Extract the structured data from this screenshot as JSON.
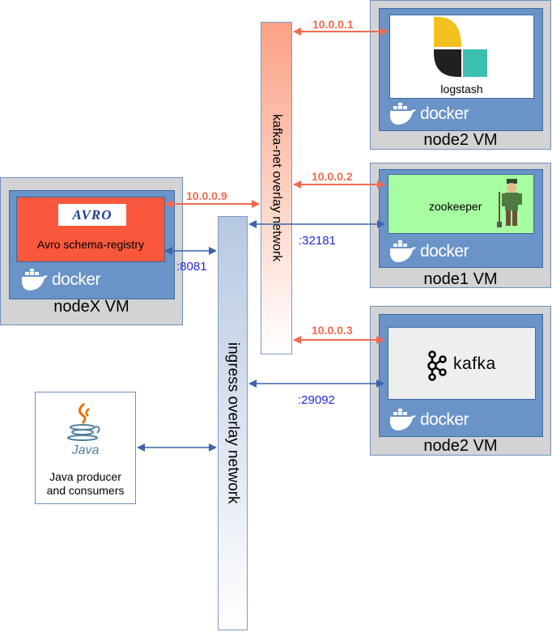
{
  "nodes": {
    "logstash_vm": {
      "label": "node2 VM",
      "service": "logstash"
    },
    "zookeeper_vm": {
      "label": "node1 VM",
      "service": "zookeeper"
    },
    "kafka_vm": {
      "label": "node2 VM",
      "service": "kafka"
    },
    "avro_vm": {
      "label": "nodeX VM",
      "service": "Avro schema-registry",
      "logo_text": "AVRO"
    }
  },
  "docker_label": "docker",
  "networks": {
    "kafka_net": "kafka-net overlay network",
    "ingress": "ingress overlay network"
  },
  "ips": {
    "logstash": "10.0.0.1",
    "zookeeper": "10.0.0.2",
    "kafka": "10.0.0.3",
    "avro": "10.0.0.9"
  },
  "ports": {
    "zookeeper": ":32181",
    "kafka": ":29092",
    "avro": ":8081"
  },
  "java": {
    "logo_text": "Java",
    "label_line1": "Java producer",
    "label_line2": "and consumers"
  },
  "colors": {
    "vm_bg": "#d3d3d6",
    "docker_blue": "#6a93c8",
    "ip_arrow": "#f26a4f",
    "port_arrow": "#3c64a8",
    "port_text": "#2727d6",
    "avro_red": "#fa583c",
    "zookeeper_green": "#a6fea0",
    "kafka_net_gradient": [
      "#fca185",
      "#ffffff"
    ],
    "ingress_gradient": [
      "#b7c8e2",
      "#ffffff"
    ]
  }
}
